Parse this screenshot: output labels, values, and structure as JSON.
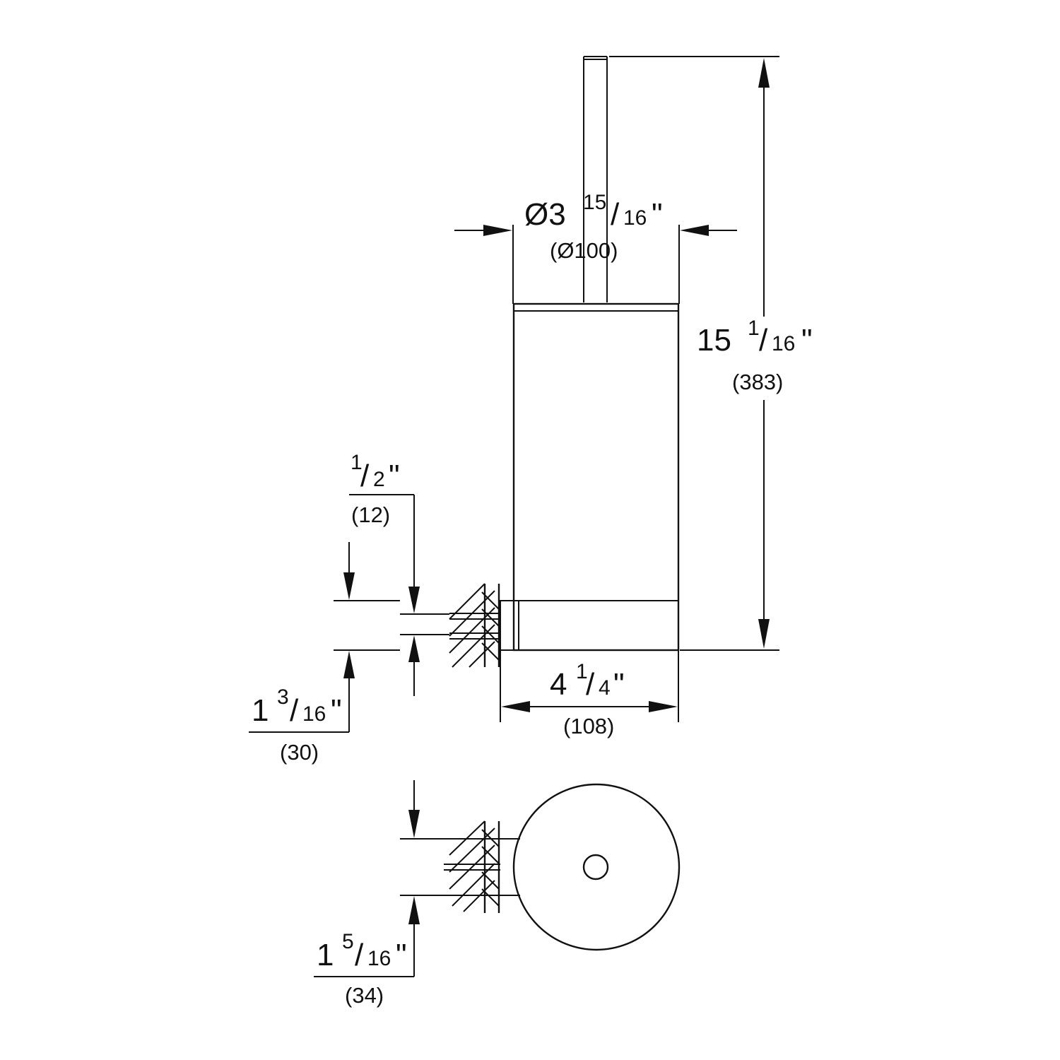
{
  "diagram": {
    "diameter": {
      "whole": "Ø3",
      "num": "15",
      "slash": "/",
      "den": "16",
      "unit": "\"",
      "mm": "(Ø100)"
    },
    "height": {
      "whole": "15",
      "num": "1",
      "slash": "/",
      "den": "16",
      "unit": "\"",
      "mm": "(383)"
    },
    "offset": {
      "whole": "",
      "num": "1",
      "slash": "/",
      "den": "2",
      "unit": "\"",
      "mm": "(12)"
    },
    "base_height": {
      "whole": "1",
      "num": "3",
      "slash": "/",
      "den": "16",
      "unit": "\"",
      "mm": "(30)"
    },
    "depth": {
      "whole": "4",
      "num": "1",
      "slash": "/",
      "den": "4",
      "unit": "\"",
      "mm": "(108)"
    },
    "mount_width": {
      "whole": "1",
      "num": "5",
      "slash": "/",
      "den": "16",
      "unit": "\"",
      "mm": "(34)"
    }
  }
}
